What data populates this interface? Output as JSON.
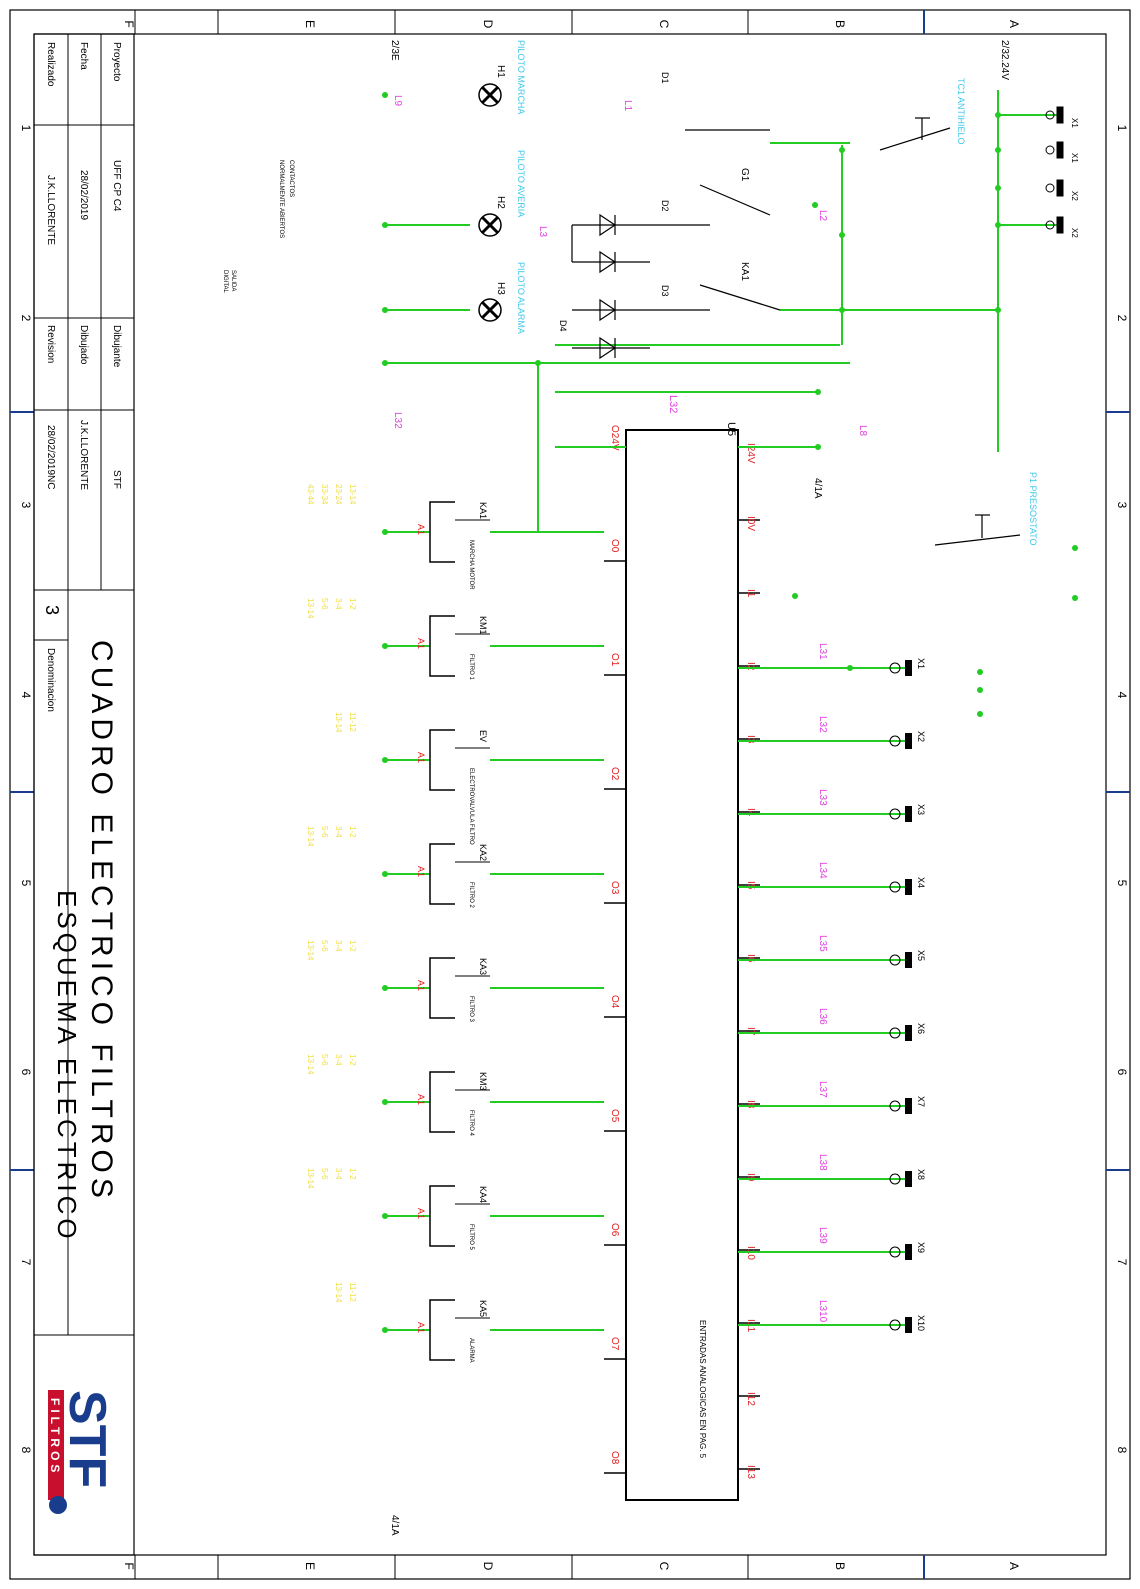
{
  "border": {
    "zone_letters": [
      "A",
      "B",
      "C",
      "D",
      "E",
      "F"
    ],
    "zone_numbers": [
      "1",
      "2",
      "3",
      "4",
      "5",
      "6",
      "7",
      "8"
    ]
  },
  "title_block": {
    "proyecto_label": "Proyecto",
    "proyecto_value": "UFF CP C4",
    "dibujante_label": "Dibujante",
    "dibujante_value": "STF",
    "fecha_label": "Fecha",
    "fecha_value": "28/02/2019",
    "dibujado_label": "Dibujado",
    "dibujado_value": "J.K.LLORENTE",
    "realizado_label": "Realizado",
    "realizado_value": "J.K.LLORENTE",
    "revision_label": "Revision",
    "revision_value": "28/02/2019NC",
    "sheet_number": "3",
    "denominacion_label": "Denominacion",
    "main_title": "CUADRO ELECTRICO FILTROS",
    "sub_title": "ESQUEMA ELECTRICO",
    "logo_text": "STF",
    "logo_subtext": "FILTROS"
  },
  "cross_refs": {
    "top_left": "2/32.24V",
    "top_right": "2/3E",
    "bottom_left": "4/1A",
    "bottom_right": "4/1A",
    "left_mid": "4/1A"
  },
  "plc": {
    "label": "U5",
    "inputs_note": "ENTRADAS ANALOGICAS EN PAG. 5",
    "left_pins": [
      "I24V",
      "I0V",
      "I1",
      "I2",
      "I3",
      "I4",
      "I5",
      "I6",
      "I7",
      "I8",
      "I9",
      "I10",
      "I11",
      "I12",
      "I13"
    ],
    "right_pins": [
      "O24V",
      "O0",
      "O1",
      "O2",
      "O3",
      "O4",
      "O5",
      "O6",
      "O7",
      "O8"
    ],
    "top_label": "24V",
    "wire_label": "L32"
  },
  "top_section": {
    "sensors": [
      "X1",
      "X1",
      "X2",
      "X2"
    ],
    "sensor_label_tc": "TC1 ANTIHIELO",
    "sensor_label_p": "P1 PRESOSTATO",
    "net_labels": [
      "L1",
      "L2",
      "L3",
      "L32",
      "L8",
      "L9"
    ],
    "relays": [
      "G1",
      "KA1"
    ],
    "lamps": [
      {
        "tag": "H1",
        "desc": "PILOTO MARCHA"
      },
      {
        "tag": "H2",
        "desc": "PILOTO AVERIA"
      },
      {
        "tag": "H3",
        "desc": "PILOTO ALARMA"
      }
    ],
    "diode_labels": [
      "D1",
      "D2",
      "D3",
      "D4"
    ],
    "x_marks": [
      "X1",
      "X2",
      "X3"
    ],
    "side_notes": [
      "CONTACTOS",
      "NORMALMENTE ABIERTOS",
      "SALIDA",
      "DIGITAL"
    ]
  },
  "inputs": [
    {
      "sensor": "X1",
      "wire": "L31"
    },
    {
      "sensor": "X2",
      "wire": "L32"
    },
    {
      "sensor": "X3",
      "wire": "L33"
    },
    {
      "sensor": "X4",
      "wire": "L34"
    },
    {
      "sensor": "X5",
      "wire": "L35"
    },
    {
      "sensor": "X6",
      "wire": "L36"
    },
    {
      "sensor": "X7",
      "wire": "L37"
    },
    {
      "sensor": "X8",
      "wire": "L38"
    },
    {
      "sensor": "X9",
      "wire": "L39"
    },
    {
      "sensor": "X10",
      "wire": "L310"
    }
  ],
  "outputs": [
    {
      "coil": "KA1",
      "desc": "MARCHA MOTOR",
      "terminal": "A1",
      "yellow": [
        "13-14",
        "23-24",
        "33-34",
        "43-44"
      ]
    },
    {
      "coil": "KM1",
      "desc": "FILTRO 1",
      "terminal": "A1",
      "yellow": [
        "1-2",
        "3-4",
        "5-6",
        "13-14"
      ]
    },
    {
      "coil": "EV",
      "desc": "ELECTROVALVULA FILTRO",
      "terminal": "A1",
      "yellow": [
        "11-12",
        "13-14"
      ]
    },
    {
      "coil": "KA2",
      "desc": "FILTRO 2",
      "terminal": "A1",
      "yellow": [
        "1-2",
        "3-4",
        "5-6",
        "13-14"
      ]
    },
    {
      "coil": "KA3",
      "desc": "FILTRO 3",
      "terminal": "A1",
      "yellow": [
        "1-2",
        "3-4",
        "5-6",
        "13-14"
      ]
    },
    {
      "coil": "KM3",
      "desc": "FILTRO 4",
      "terminal": "A1",
      "yellow": [
        "1-2",
        "3-4",
        "5-6",
        "13-14"
      ]
    },
    {
      "coil": "KA4",
      "desc": "FILTRO 5",
      "terminal": "A1",
      "yellow": [
        "1-2",
        "3-4",
        "5-6",
        "13-14"
      ]
    },
    {
      "coil": "KA5",
      "desc": "ALARMA",
      "terminal": "A1",
      "yellow": [
        "11-12",
        "13-14"
      ]
    }
  ],
  "colors": {
    "wire": "#22cc22",
    "net_label": "#e040e0",
    "term_label": "#e02020",
    "note": "#f0e040",
    "cyan": "#40c8e8",
    "line": "#000000",
    "logo_red": "#c8102e",
    "logo_blue": "#1a3c8c"
  }
}
